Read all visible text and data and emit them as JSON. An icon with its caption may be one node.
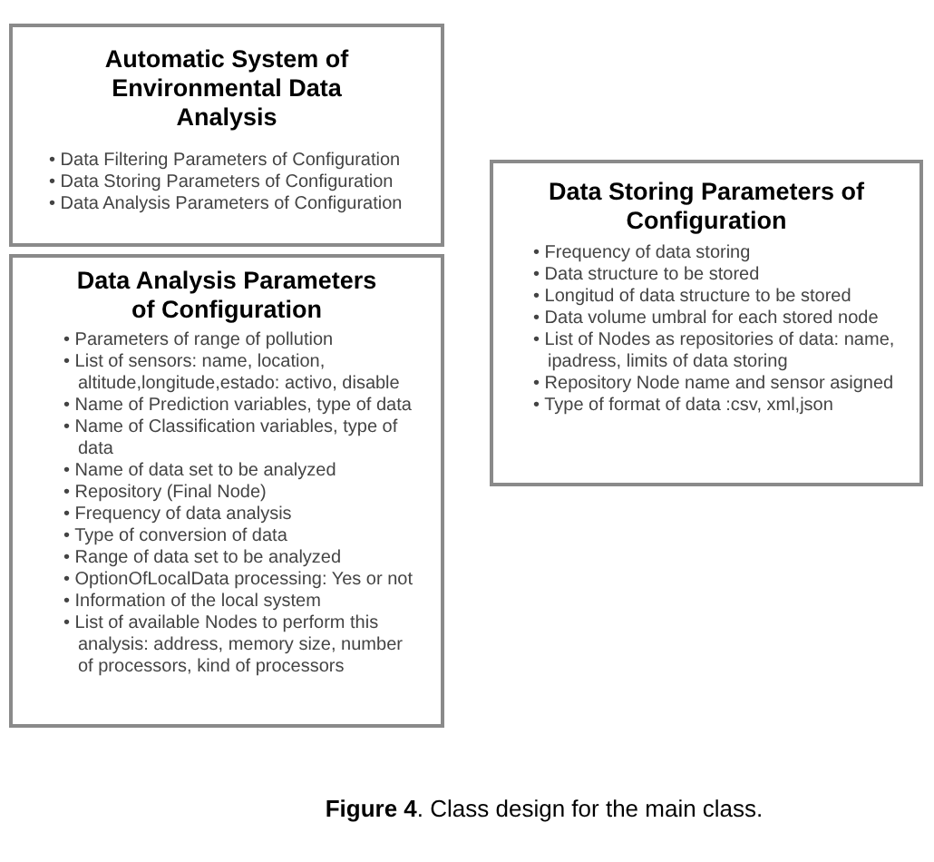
{
  "diagram": {
    "caption": "**Figure 4**. Class design for the main class.",
    "nodes": [
      {
        "text": [
          "Automatic System of Environmental Data Analysis",
          "• Data Filtering Parameters of Configuration",
          "• Data Storing Parameters of Configuration",
          "• Data Analysis Parameters of Configuration"
        ]
      },
      {
        "text": [
          "Data Analysis Parameters of Configuration",
          "• Parameters of range of pollution",
          "• List of sensors: name, location, altitude,longitude,estado: activo, disable",
          "• Name of Prediction variables, type of data",
          "• Name of Classification variables, type of data",
          "• Name of data set to be analyzed",
          "• Repository (Final Node)",
          "• Frequency of data analysis",
          "• Type of conversion of data",
          "• Range of data set to be analyzed",
          "• OptionOfLocalData processing: Yes or not",
          "• Information of the local system",
          "• List of available Nodes to perform this analysis: address, memory size, number of processors, kind of processors"
        ]
      },
      {
        "text": [
          "Data Storing Parameters of Configuration",
          "• Frequency of data storing",
          "• Data structure to be stored",
          "• Longitud of data structure to be stored",
          "• Data volume umbral for each stored node",
          "• List of Nodes as repositories of data: name, ipadress, limits of data storing",
          "• Repository Node name and sensor asigned",
          "• Type of format of data :csv, xml,json"
        ]
      }
    ]
  }
}
